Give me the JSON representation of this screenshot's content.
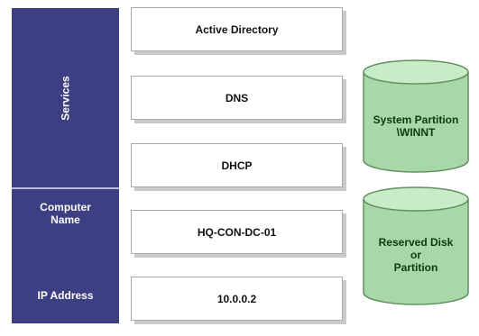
{
  "sidebar": {
    "services": "Services",
    "computer_name_line1": "Computer",
    "computer_name_line2": "Name",
    "ip_address": "IP Address"
  },
  "layers": {
    "active_directory": "Active Directory",
    "dns": "DNS",
    "dhcp": "DHCP",
    "computer_name": "HQ-CON-DC-01",
    "ip_address": "10.0.0.2"
  },
  "disks": {
    "system_line1": "System Partition",
    "system_line2": "\\WINNT",
    "reserved_line1": "Reserved Disk",
    "reserved_line2": "or",
    "reserved_line3": "Partition"
  },
  "colors": {
    "sidebar": "#3c3f82",
    "disk_fill": "#a8d8a8",
    "disk_top": "#c8ecc8",
    "disk_stroke": "#5f8f5f"
  }
}
